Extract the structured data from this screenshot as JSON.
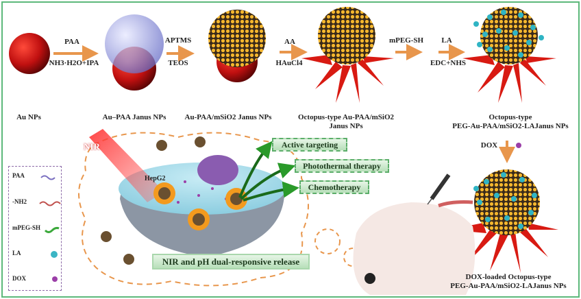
{
  "synthesis": {
    "steps": [
      {
        "top": "PAA",
        "bottom": "NH3·H2O+IPA"
      },
      {
        "top": "APTMS",
        "bottom": "TEOS"
      },
      {
        "top": "AA",
        "bottom": "HAuCl4"
      },
      {
        "top": "mPEG-SH",
        "bottom": ""
      },
      {
        "top": "LA",
        "bottom": "EDC+NHS"
      }
    ],
    "products": [
      {
        "line1": "Au NPs",
        "line2": ""
      },
      {
        "line1": "Au–PAA Janus NPs",
        "line2": ""
      },
      {
        "line1": "Au-PAA/mSiO2 Janus NPs",
        "line2": ""
      },
      {
        "line1": "Octopus-type Au-PAA/mSiO2",
        "line2": "Janus NPs"
      },
      {
        "line1": "Octopus-type",
        "line2": "PEG-Au-PAA/mSiO2-LAJanus NPs"
      }
    ],
    "dox_step": "DOX",
    "final_product": {
      "line1": "DOX-loaded Octopus-type",
      "line2": "PEG-Au-PAA/mSiO2-LAJanus NPs"
    }
  },
  "cell": {
    "nir": "NIR",
    "cell_line": "HepG2",
    "outcomes": [
      "Active targeting",
      "Photothermal therapy",
      "Chemotherapy"
    ],
    "release": "NIR and pH dual-responsive release"
  },
  "legend": [
    {
      "label": "PAA",
      "icon": "wavy-line-icon",
      "color": "#7a6fc0"
    },
    {
      "label": "-NH2",
      "icon": "wavy-line-icon",
      "color": "#c0504d"
    },
    {
      "label": "mPEG-SH",
      "icon": "wavy-line-icon",
      "color": "#3aa83a"
    },
    {
      "label": "LA",
      "icon": "star-ball-icon",
      "color": "#3bb5c4"
    },
    {
      "label": "DOX",
      "icon": "dot-icon",
      "color": "#9b3fa8"
    }
  ],
  "colors": {
    "frame": "#5cb87a",
    "arrow": "#e8964c",
    "gold": "#f2b43a",
    "red": "#d01818"
  }
}
